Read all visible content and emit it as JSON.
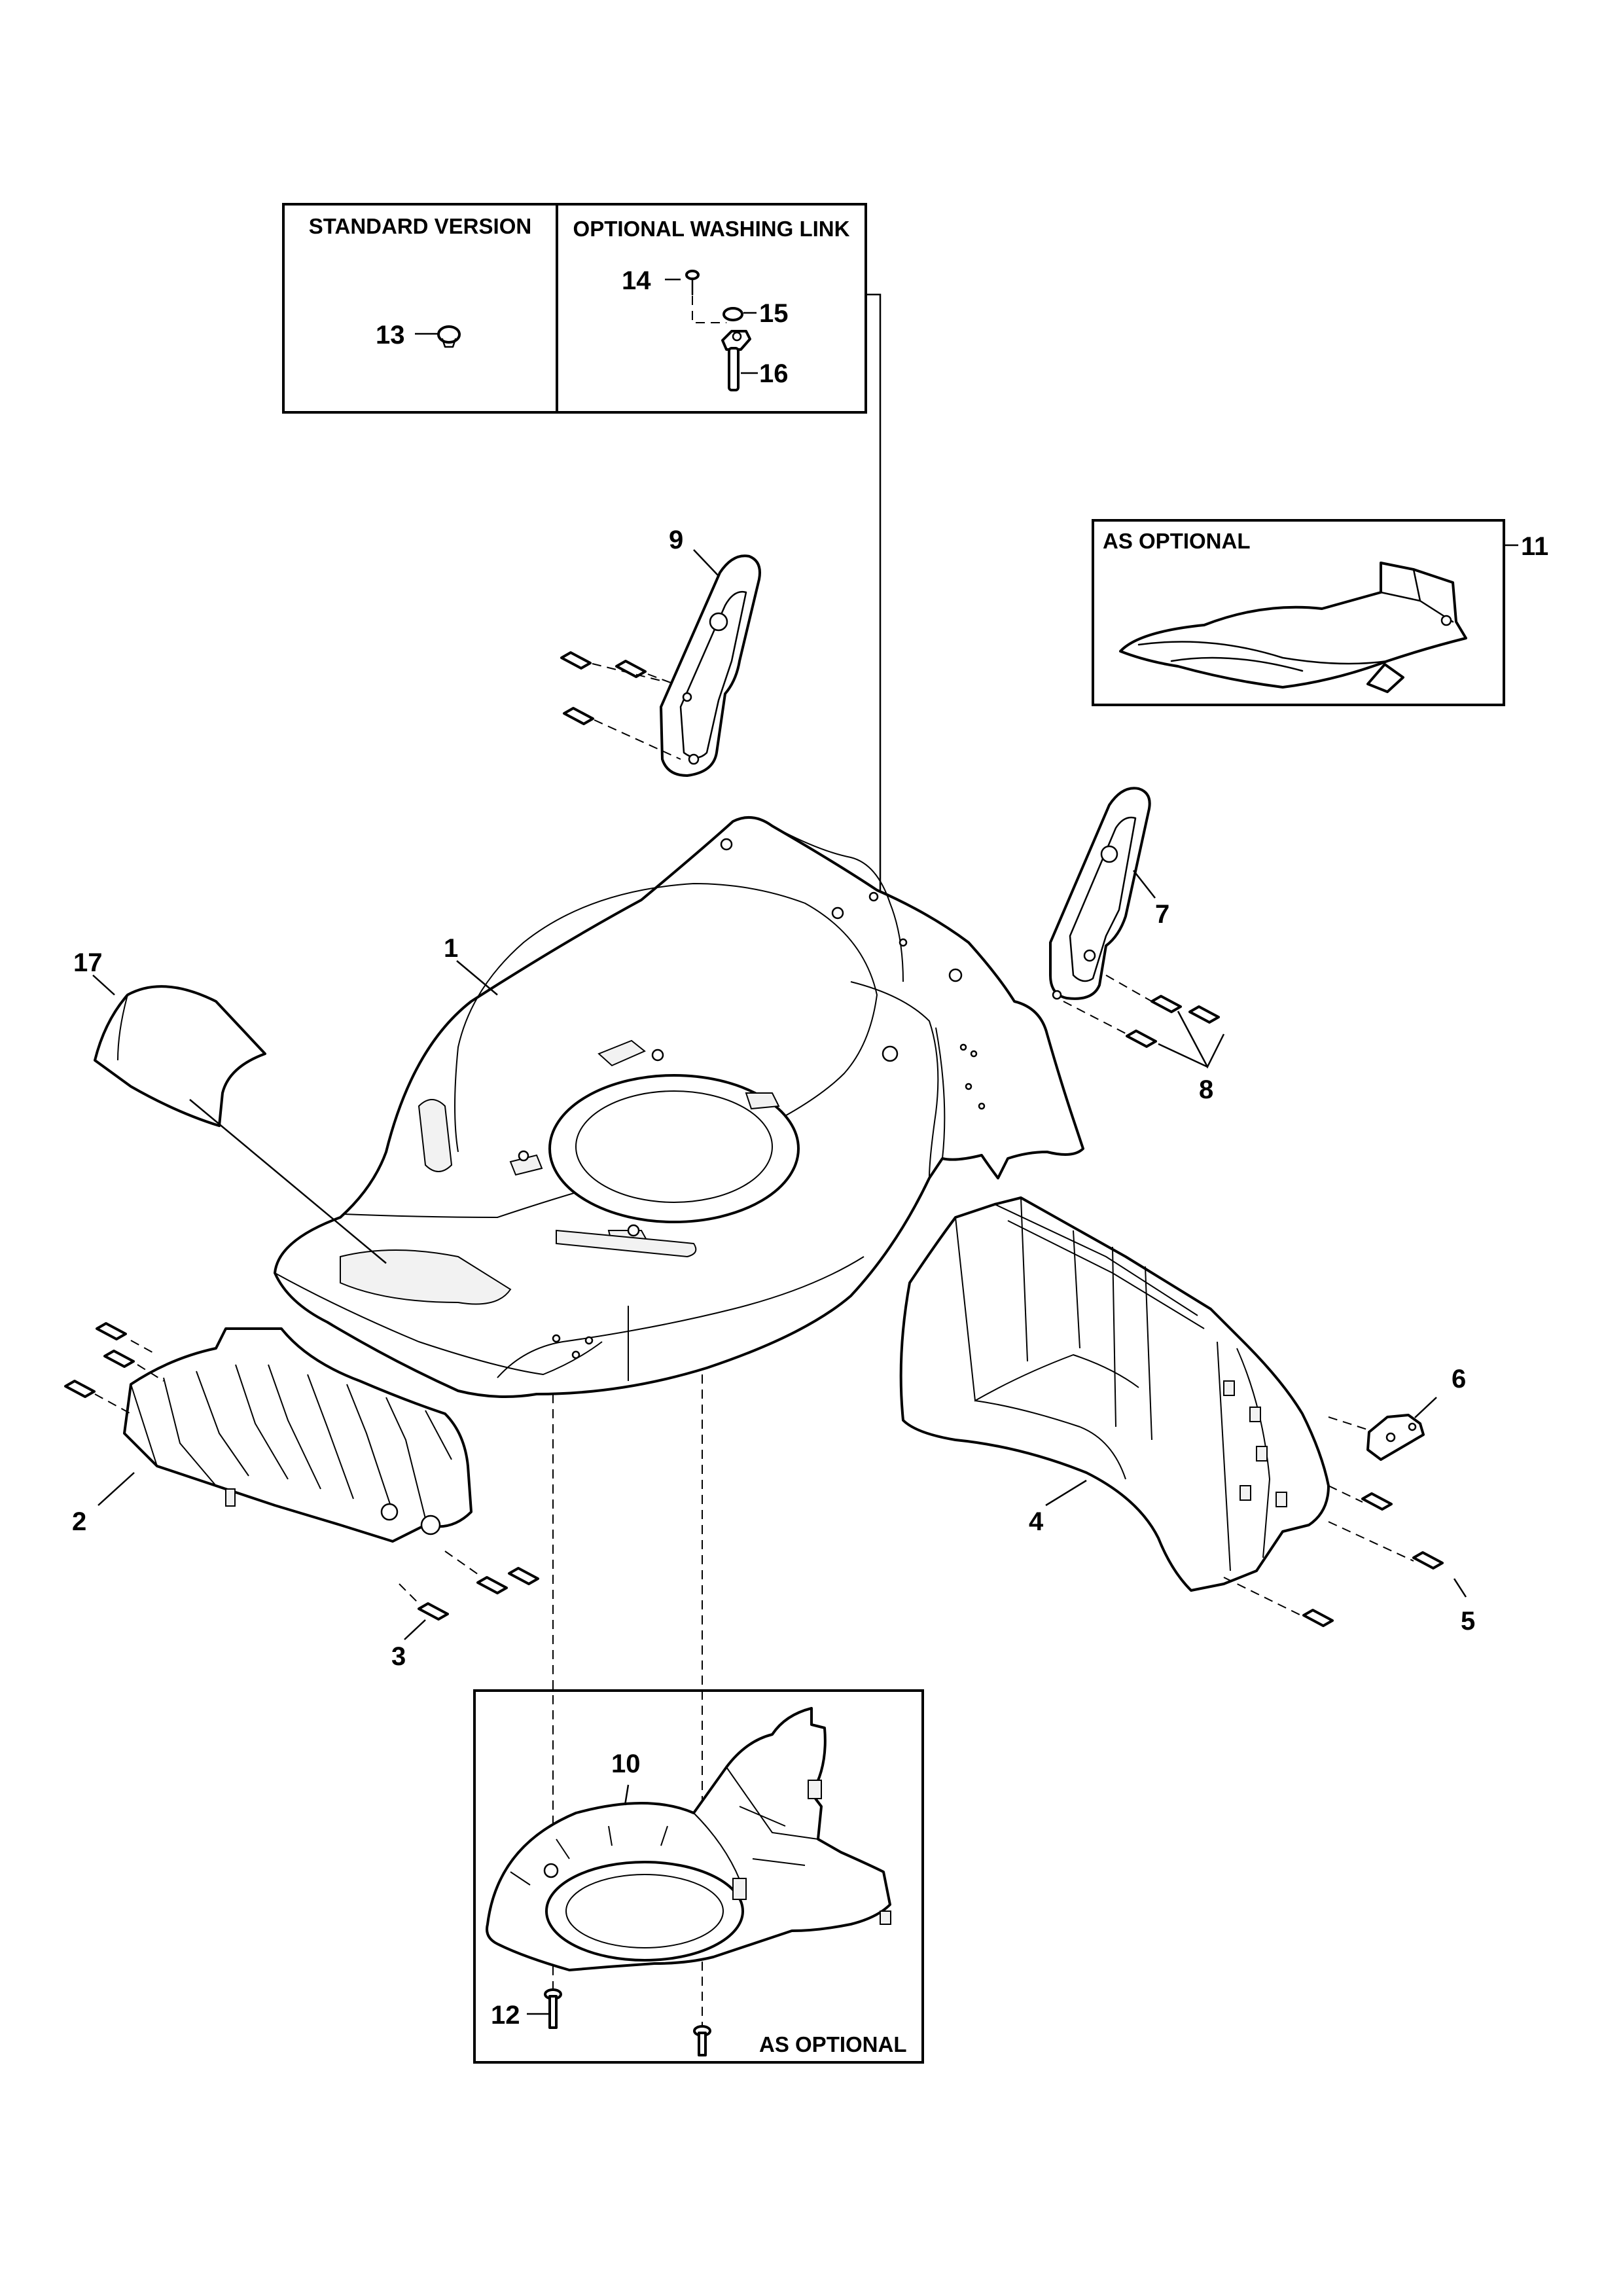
{
  "captions": {
    "standard_version": "STANDARD VERSION",
    "optional_washing_link": "OPTIONAL WASHING LINK",
    "as_optional_top": "AS OPTIONAL",
    "as_optional_bottom": "AS OPTIONAL"
  },
  "parts": {
    "p1": "1",
    "p2": "2",
    "p3": "3",
    "p4": "4",
    "p5": "5",
    "p6": "6",
    "p7": "7",
    "p8": "8",
    "p9": "9",
    "p10": "10",
    "p11": "11",
    "p12": "12",
    "p13": "13",
    "p14": "14",
    "p15": "15",
    "p16": "16",
    "p17": "17"
  }
}
